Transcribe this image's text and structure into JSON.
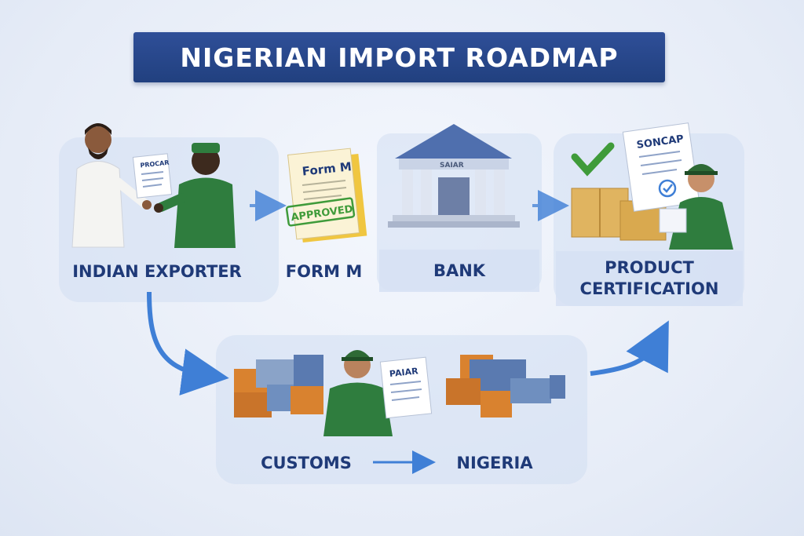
{
  "title": "NIGERIAN IMPORT ROADMAP",
  "steps": {
    "exporter": {
      "label": "INDIAN EXPORTER",
      "doc_text": "PROCAR"
    },
    "form_m": {
      "label": "FORM M",
      "doc_title": "Form M",
      "stamp": "APPROVED"
    },
    "bank": {
      "label": "BANK",
      "sign": "SAIAR"
    },
    "certification": {
      "label_line1": "PRODUCT",
      "label_line2": "CERTIFICATION",
      "doc_title": "SONCAP"
    },
    "customs": {
      "label": "CUSTOMS",
      "doc_text": "PAIAR"
    },
    "nigeria": {
      "label": "NIGERIA"
    }
  },
  "colors": {
    "title_bg": "#2a4a90",
    "label_text": "#1f3a78",
    "arrow": "#3f7fd6",
    "uniform_green": "#2f7d3e",
    "check_green": "#3f9b3a"
  }
}
